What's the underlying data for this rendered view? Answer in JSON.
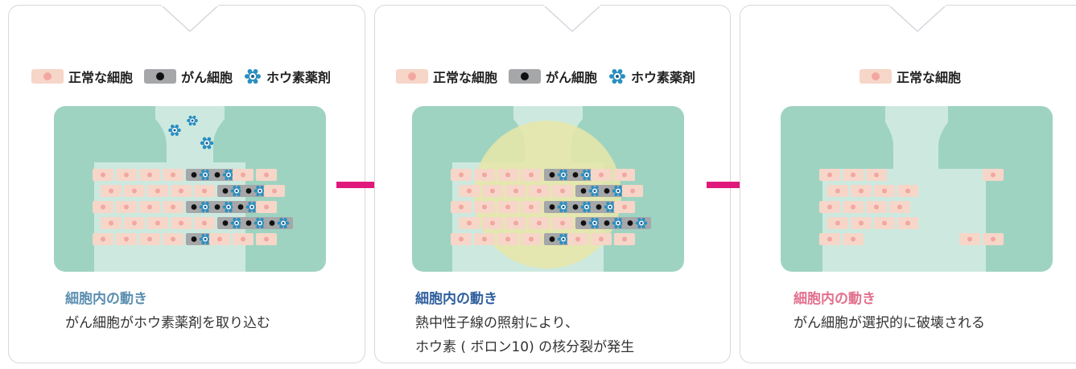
{
  "legend": {
    "normal_cell": "正常な細胞",
    "cancer_cell": "がん細胞",
    "boron_drug": "ホウ素薬剤"
  },
  "panels": [
    {
      "title": "細胞内の動き",
      "title_color": "#5b8fb0",
      "desc_lines": [
        "がん細胞がホウ素薬剤を取り込む"
      ]
    },
    {
      "title": "細胞内の動き",
      "title_color": "#2f5f9e",
      "desc_lines": [
        "熱中性子線の照射により、",
        "ホウ素 ( ボロン10) の核分裂が発生"
      ]
    },
    {
      "title": "細胞内の動き",
      "title_color": "#e2708d",
      "desc_lines": [
        "がん細胞が選択的に破壊される"
      ]
    }
  ],
  "colors": {
    "tissue_bg": "#9fd3c1",
    "vessel": "#cde9df",
    "normal_cell": "#f6d6c8",
    "normal_nucleus": "#f2a7a0",
    "cancer_cell": "#a5a7a9",
    "arrow": "#e0197a",
    "radiation_glow": "#e8e6a8",
    "boron_icon": "#2a8fc0"
  },
  "icons": [
    "hexagon-molecule-icon",
    "arrow-right-icon"
  ]
}
